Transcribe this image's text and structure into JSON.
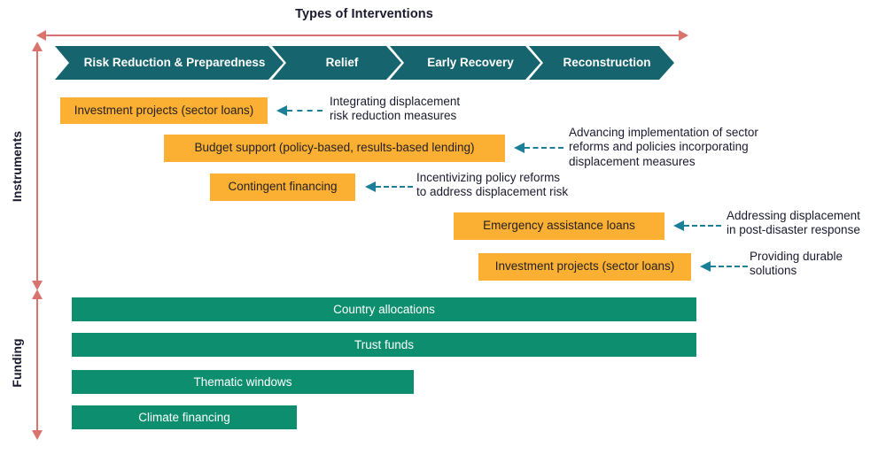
{
  "title": "Types of Interventions",
  "axis_labels": {
    "instruments": "Instruments",
    "funding": "Funding"
  },
  "colors": {
    "teal_chevron": "#16646d",
    "yellow_box": "#fbb033",
    "green_bar": "#0d8f6f",
    "red_axis": "#d9736e",
    "connector_teal": "#1b7f97",
    "text_dark": "#1a1a2e"
  },
  "phases": [
    {
      "label": "Risk Reduction & Preparedness"
    },
    {
      "label": "Relief"
    },
    {
      "label": "Early Recovery"
    },
    {
      "label": "Reconstruction"
    }
  ],
  "instruments": [
    {
      "label": "Investment projects (sector loans)",
      "note": "Integrating displacement\nrisk reduction measures"
    },
    {
      "label": "Budget support (policy-based, results-based lending)",
      "note": "Advancing implementation of sector\nreforms and policies incorporating\ndisplacement measures"
    },
    {
      "label": "Contingent financing",
      "note": "Incentivizing policy reforms\nto address displacement risk"
    },
    {
      "label": "Emergency assistance loans",
      "note": "Addressing displacement\nin post-disaster response"
    },
    {
      "label": "Investment projects (sector loans)",
      "note": "Providing durable\nsolutions"
    }
  ],
  "funding": [
    {
      "label": "Country allocations"
    },
    {
      "label": "Trust funds"
    },
    {
      "label": "Thematic windows"
    },
    {
      "label": "Climate financing"
    }
  ]
}
